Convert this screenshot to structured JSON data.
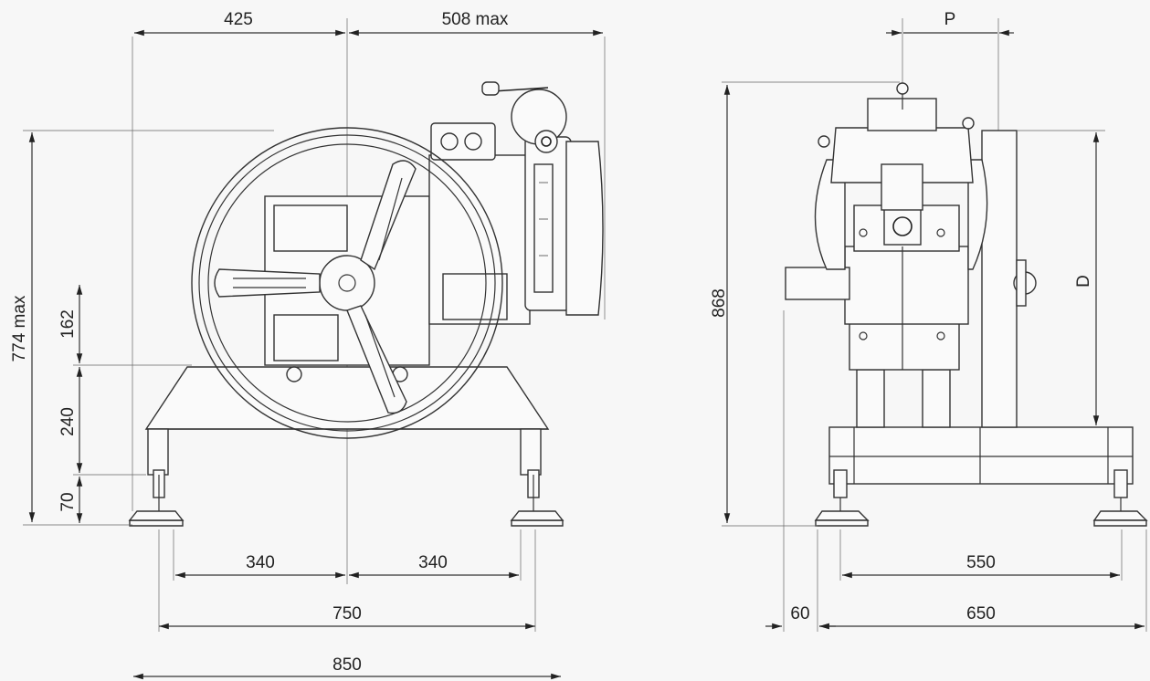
{
  "labels": {
    "front_top_left": "425",
    "front_top_right": "508 max",
    "front_total_height": "774 max",
    "front_h1": "162",
    "front_h2": "240",
    "front_h3": "70",
    "front_bottom_left": "340",
    "front_bottom_right": "340",
    "front_width_750": "750",
    "front_width_850": "850",
    "side_top": "P",
    "side_height": "868",
    "side_d": "D",
    "side_offset": "60",
    "side_inner": "550",
    "side_outer": "650"
  },
  "colors": {
    "line": "#333333",
    "background": "#f7f7f7"
  }
}
